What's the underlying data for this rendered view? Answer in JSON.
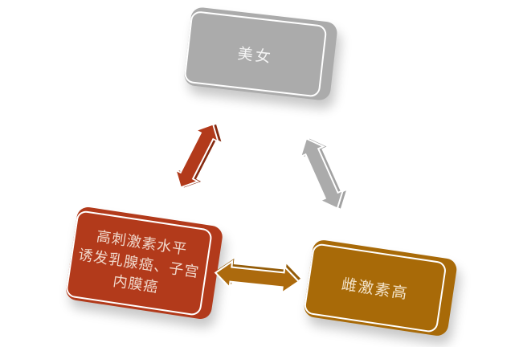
{
  "diagram": {
    "background_color": "#ffffff",
    "nodes": [
      {
        "id": "beauty",
        "label": "美女",
        "fill": "#ababab",
        "text_color": "#f4f4f4"
      },
      {
        "id": "hormone-risk",
        "label": "高刺激素水平诱发乳腺癌、子宫内膜癌",
        "lines": [
          "高刺激素水平",
          "诱发乳腺癌、子宫",
          "内膜癌"
        ],
        "fill": "#b23a1b",
        "text_color": "#f0d8cb"
      },
      {
        "id": "estrogen-high",
        "label": "雌激素高",
        "fill": "#a86a08",
        "text_color": "#f4e4cb"
      }
    ],
    "connectors": [
      {
        "id": "beauty-hormone",
        "type": "double-headed-arrow",
        "from": "beauty",
        "to": "hormone-risk",
        "fill": "#b23a1b",
        "shade": "#85290f"
      },
      {
        "id": "beauty-estrogen",
        "type": "double-headed-arrow",
        "from": "beauty",
        "to": "estrogen-high",
        "fill": "#ababab",
        "shade": "#a2a2a2"
      },
      {
        "id": "hormone-estrogen",
        "type": "double-headed-arrow",
        "from": "hormone-risk",
        "to": "estrogen-high",
        "fill": "#ac6a0d",
        "shade": "#945c08"
      }
    ]
  }
}
